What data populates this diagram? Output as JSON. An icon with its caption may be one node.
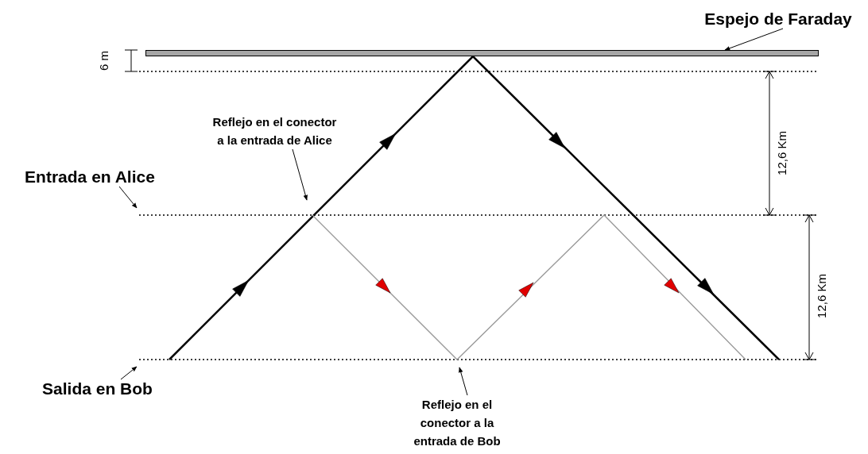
{
  "diagram": {
    "nodes": [
      {
        "text": [],
        "shape": "bar"
      },
      {
        "text": [
          "Espejo de Faraday"
        ]
      },
      {
        "text": [
          "Reflejo en el conector a la entrada de Alice"
        ]
      },
      {
        "text": [
          "Entrada en Alice"
        ]
      },
      {
        "text": [
          "Salida en Bob"
        ]
      },
      {
        "text": [
          "Reflejo en el conector a la entrada de Bob"
        ]
      }
    ],
    "edges": [
      {
        "from": 1,
        "to": 0,
        "arrow": "to"
      },
      {
        "from": 2,
        "to": null,
        "arrow": "to"
      },
      {
        "from": 3,
        "to": null,
        "arrow": "to"
      },
      {
        "from": 4,
        "to": null,
        "arrow": "to"
      },
      {
        "from": 5,
        "to": null,
        "arrow": "to"
      }
    ],
    "labels": [
      "6 m",
      "12,6 Km",
      "12,6 Km"
    ]
  }
}
